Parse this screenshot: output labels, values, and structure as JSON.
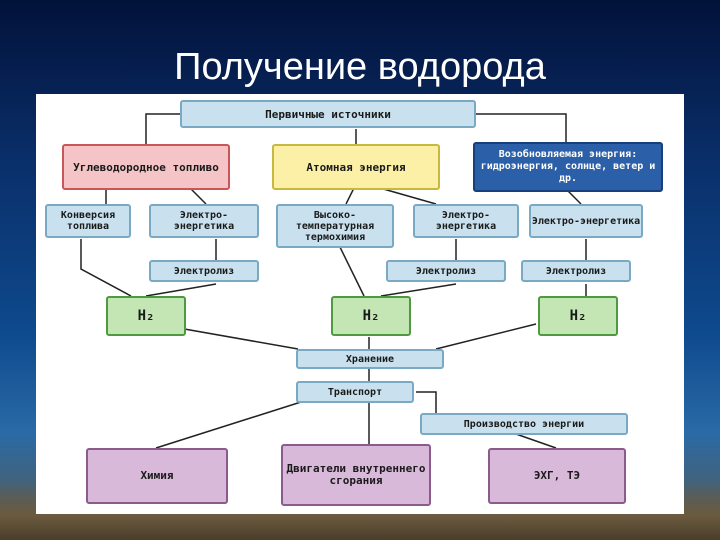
{
  "slide": {
    "title": "Получение водорода"
  },
  "diagram": {
    "primary": "Первичные источники",
    "hydrocarbon": "Углеводородное топливо",
    "nuclear": "Атомная энергия",
    "renewable": "Возобновляемая энергия: гидроэнергия, солнце, ветер и др.",
    "fuel_conversion": "Конверсия топлива",
    "electro_power_1": "Электро-энергетика",
    "high_temp": "Высоко-температурная термохимия",
    "electro_power_2": "Электро-энергетика",
    "electro_power_3": "Электро-энергетика",
    "electrolysis_1": "Электролиз",
    "electrolysis_2": "Электролиз",
    "electrolysis_3": "Электролиз",
    "h2_left": "H₂",
    "h2_center": "H₂",
    "h2_right": "H₂",
    "storage": "Хранение",
    "transport": "Транспорт",
    "energy_production": "Производство энергии",
    "chemistry": "Химия",
    "ice": "Двигатели внутреннего сгорания",
    "ecg": "ЭХГ, ТЭ"
  }
}
